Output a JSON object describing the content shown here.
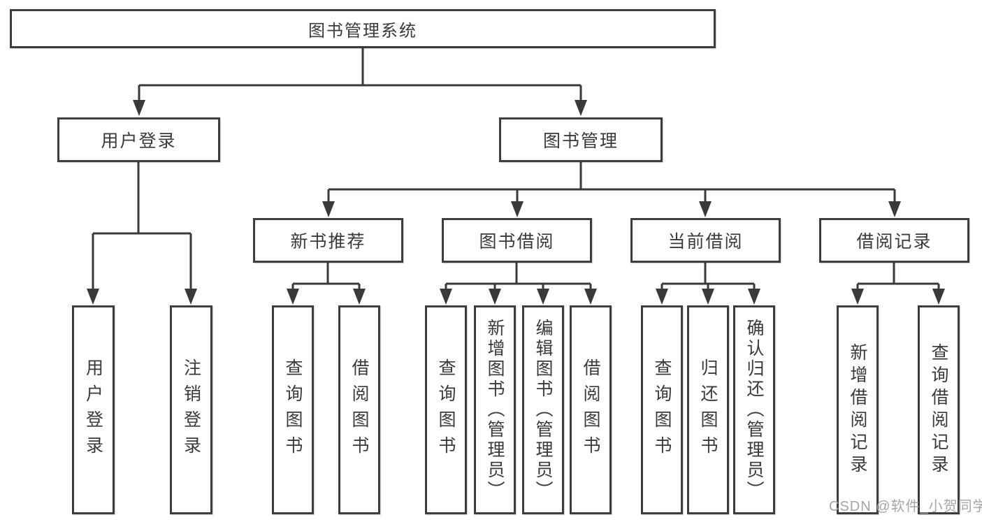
{
  "diagram": {
    "root": {
      "label": "图书管理系统"
    },
    "level2": [
      {
        "id": "user-login",
        "label": "用户登录"
      },
      {
        "id": "book-management",
        "label": "图书管理"
      }
    ],
    "level3": [
      {
        "id": "new-book-recommend",
        "label": "新书推荐",
        "parent": "图书管理"
      },
      {
        "id": "book-borrow",
        "label": "图书借阅",
        "parent": "图书管理"
      },
      {
        "id": "current-borrow",
        "label": "当前借阅",
        "parent": "图书管理"
      },
      {
        "id": "borrow-records",
        "label": "借阅记录",
        "parent": "图书管理"
      }
    ],
    "leaves": [
      {
        "label": "用户登录",
        "parent": "用户登录"
      },
      {
        "label": "注销登录",
        "parent": "用户登录"
      },
      {
        "label": "查询图书",
        "parent": "新书推荐"
      },
      {
        "label": "借阅图书",
        "parent": "新书推荐"
      },
      {
        "label": "查询图书",
        "parent": "图书借阅"
      },
      {
        "label": "新增图书（管理员）",
        "parent": "图书借阅"
      },
      {
        "label": "编辑图书（管理员）",
        "parent": "图书借阅"
      },
      {
        "label": "借阅图书",
        "parent": "图书借阅"
      },
      {
        "label": "查询图书",
        "parent": "当前借阅"
      },
      {
        "label": "归还图书",
        "parent": "当前借阅"
      },
      {
        "label": "确认归还（管理员）",
        "parent": "当前借阅"
      },
      {
        "label": "新增借阅记录",
        "parent": "借阅记录"
      },
      {
        "label": "查询借阅记录",
        "parent": "借阅记录"
      }
    ]
  },
  "watermark": {
    "text": "CSDN @软件_小贺同学"
  },
  "colors": {
    "line": "#3a3a3a",
    "box_border": "#3d3d3d",
    "box_fill": "#ffffff",
    "text": "#3a3a3a",
    "watermark": "#a6a6a6",
    "background": "#ffffff"
  }
}
